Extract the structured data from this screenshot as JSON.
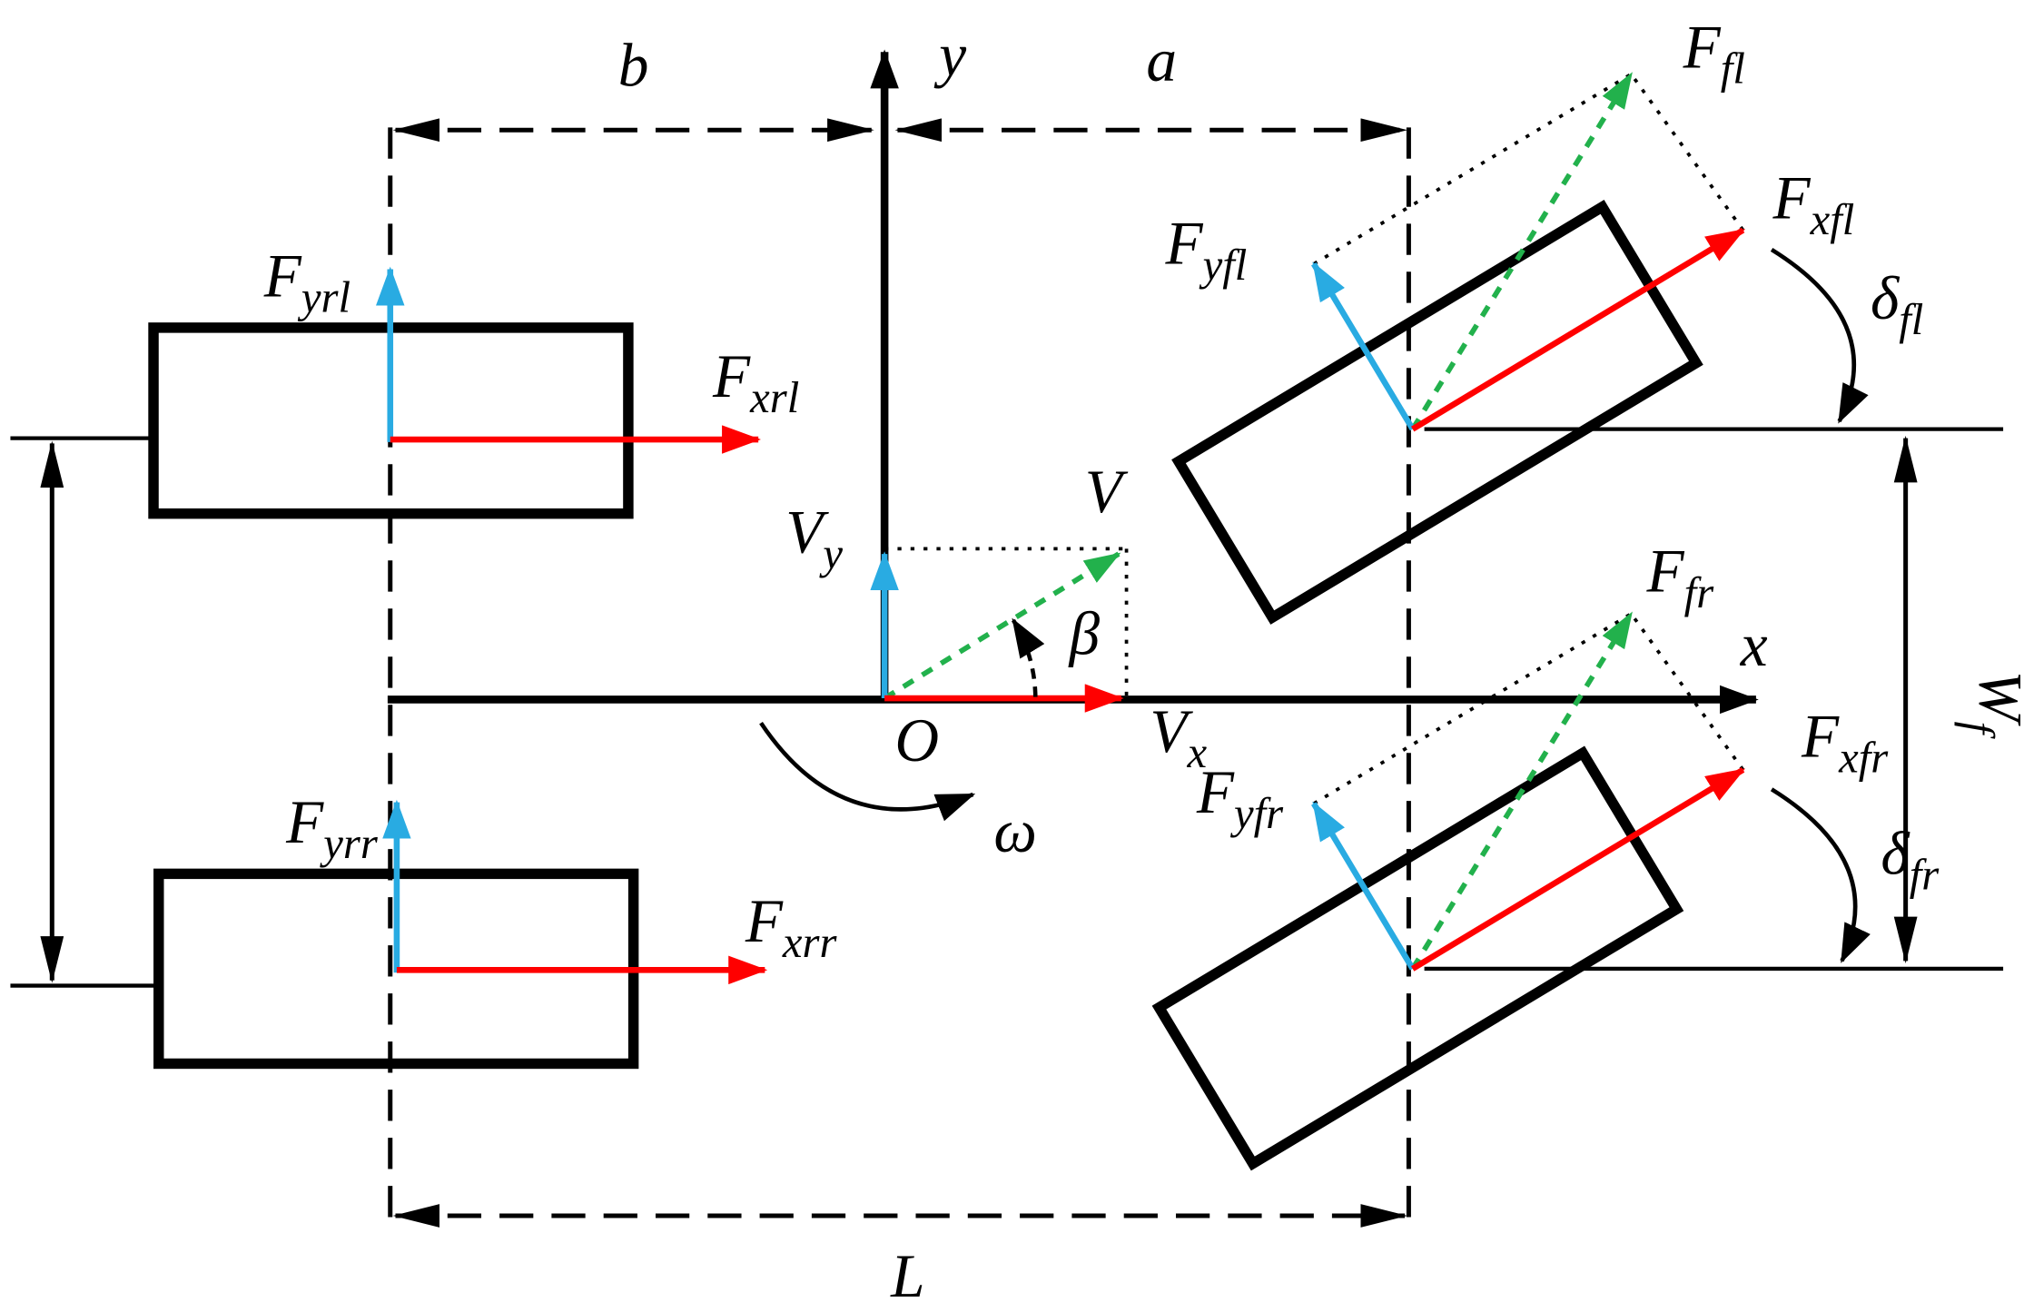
{
  "colors": {
    "red": "#ff0000",
    "cyan": "#29abe2",
    "green": "#22b14c",
    "line": "#000000"
  },
  "axes": {
    "x": "x",
    "y": "y",
    "origin": "O"
  },
  "dims": {
    "b": "b",
    "a": "a",
    "L": "L",
    "wf": {
      "main": "W",
      "sub": "f"
    }
  },
  "velocity": {
    "v": "V",
    "vx": {
      "main": "V",
      "sub": "x"
    },
    "vy": {
      "main": "V",
      "sub": "y"
    },
    "beta": "β",
    "omega": "ω"
  },
  "forces": {
    "rear_left": {
      "fy": {
        "main": "F",
        "sub": "yrl"
      },
      "fx": {
        "main": "F",
        "sub": "xrl"
      }
    },
    "rear_right": {
      "fy": {
        "main": "F",
        "sub": "yrr"
      },
      "fx": {
        "main": "F",
        "sub": "xrr"
      }
    },
    "front_left": {
      "f": {
        "main": "F",
        "sub": "fl"
      },
      "fx": {
        "main": "F",
        "sub": "xfl"
      },
      "fy": {
        "main": "F",
        "sub": "yfl"
      },
      "delta": {
        "main": "δ",
        "sub": "fl"
      }
    },
    "front_right": {
      "f": {
        "main": "F",
        "sub": "fr"
      },
      "fx": {
        "main": "F",
        "sub": "xfr"
      },
      "fy": {
        "main": "F",
        "sub": "yfr"
      },
      "delta": {
        "main": "δ",
        "sub": "fr"
      }
    }
  }
}
